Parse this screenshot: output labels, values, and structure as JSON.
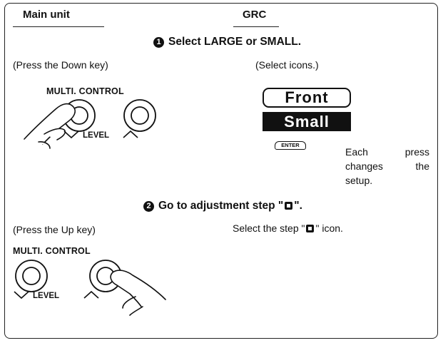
{
  "headers": {
    "main_unit": "Main unit",
    "grc": "GRC"
  },
  "step1": {
    "number": "1",
    "title": "Select LARGE or SMALL.",
    "left_instruction": "(Press the Down key)",
    "right_instruction": "(Select icons.)",
    "control_label": "MULTI. CONTROL",
    "level_label": "LEVEL",
    "icon_front": "Front",
    "icon_small": "Small",
    "enter_label": "ENTER",
    "description": "Each press changes the setup."
  },
  "step2": {
    "number": "2",
    "title_prefix": "Go to adjustment step \"",
    "title_suffix": "\".",
    "left_instruction": "(Press the Up key)",
    "right_prefix": "Select the step \"",
    "right_suffix": "\" icon.",
    "control_label": "MULTI. CONTROL",
    "level_label": "LEVEL"
  }
}
